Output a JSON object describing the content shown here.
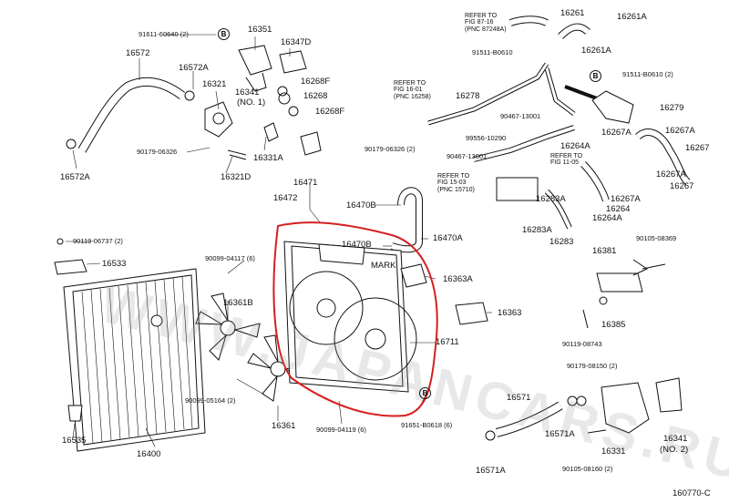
{
  "diagram_id": "160770-C",
  "watermark": "WWW.JAPANCARS.RU",
  "callout_letter": "B",
  "parts": {
    "p16351": "16351",
    "p91611": "91611-60640 (2)",
    "p16347D": "16347D",
    "p16572": "16572",
    "p16572A": "16572A",
    "p16321": "16321",
    "p16268F_1": "16268F",
    "p16341no1": "16341",
    "no1": "(NO. 1)",
    "p16268": "16268",
    "p16268F_2": "16268F",
    "p90179a": "90179-06326",
    "p16331A": "16331A",
    "p16572A_b": "16572A",
    "p16321D": "16321D",
    "p16261": "16261",
    "p16261A_1": "16261A",
    "p91511": "91511-B0610",
    "p16261A_2": "16261A",
    "p91511b": "91511-B0610 (2)",
    "p16278": "16278",
    "p16279": "16279",
    "p90467a": "90467-13001",
    "p16267A_1": "16267A",
    "p16267A_2": "16267A",
    "p99556": "99556-10290",
    "p16264A": "16264A",
    "p16267": "16267",
    "p90179b": "90179-06326 (2)",
    "p90467b": "90467-13001",
    "p16267A_3": "16267A",
    "p16267_2": "16267",
    "p16471": "16471",
    "p16472": "16472",
    "p16470B": "16470B",
    "p16283A_1": "16283A",
    "p16267A_4": "16267A",
    "p16264": "16264",
    "p16264A_2": "16264A",
    "p16283A_2": "16283A",
    "p16283": "16283",
    "p16470A": "16470A",
    "p16470B_2": "16470B",
    "p90119a": "90119-06737 (2)",
    "p16533": "16533",
    "p90099a": "90099-04117 (6)",
    "mark": "MARK",
    "p16363A": "16363A",
    "p16381": "16381",
    "p90105a": "90105-08369",
    "p16361B": "16361B",
    "p16363": "16363",
    "p16385": "16385",
    "p16711": "16711",
    "p90119b": "90119-08743",
    "p90179c": "90179-08150 (2)",
    "p90099b": "90099-05164 (2)",
    "p16571": "16571",
    "p16361": "16361",
    "p90099c": "90099-04119 (6)",
    "p91651": "91651-B0618 (6)",
    "p16571A_1": "16571A",
    "p16341no2": "16341",
    "no2": "(NO. 2)",
    "p16535": "16535",
    "p16400": "16400",
    "p16331": "16331",
    "p90105b": "90105-08160 (2)",
    "p16571A_2": "16571A"
  },
  "refs": {
    "r1": "REFER TO\nFIG 87-16\n(PNC 87248A)",
    "r2": "REFER TO\nFIG 16-01\n(PNC 16258)",
    "r3": "REFER TO\nFIG 11-05",
    "r4": "REFER TO\nFIG 15-03\n(PNC 15710)"
  }
}
